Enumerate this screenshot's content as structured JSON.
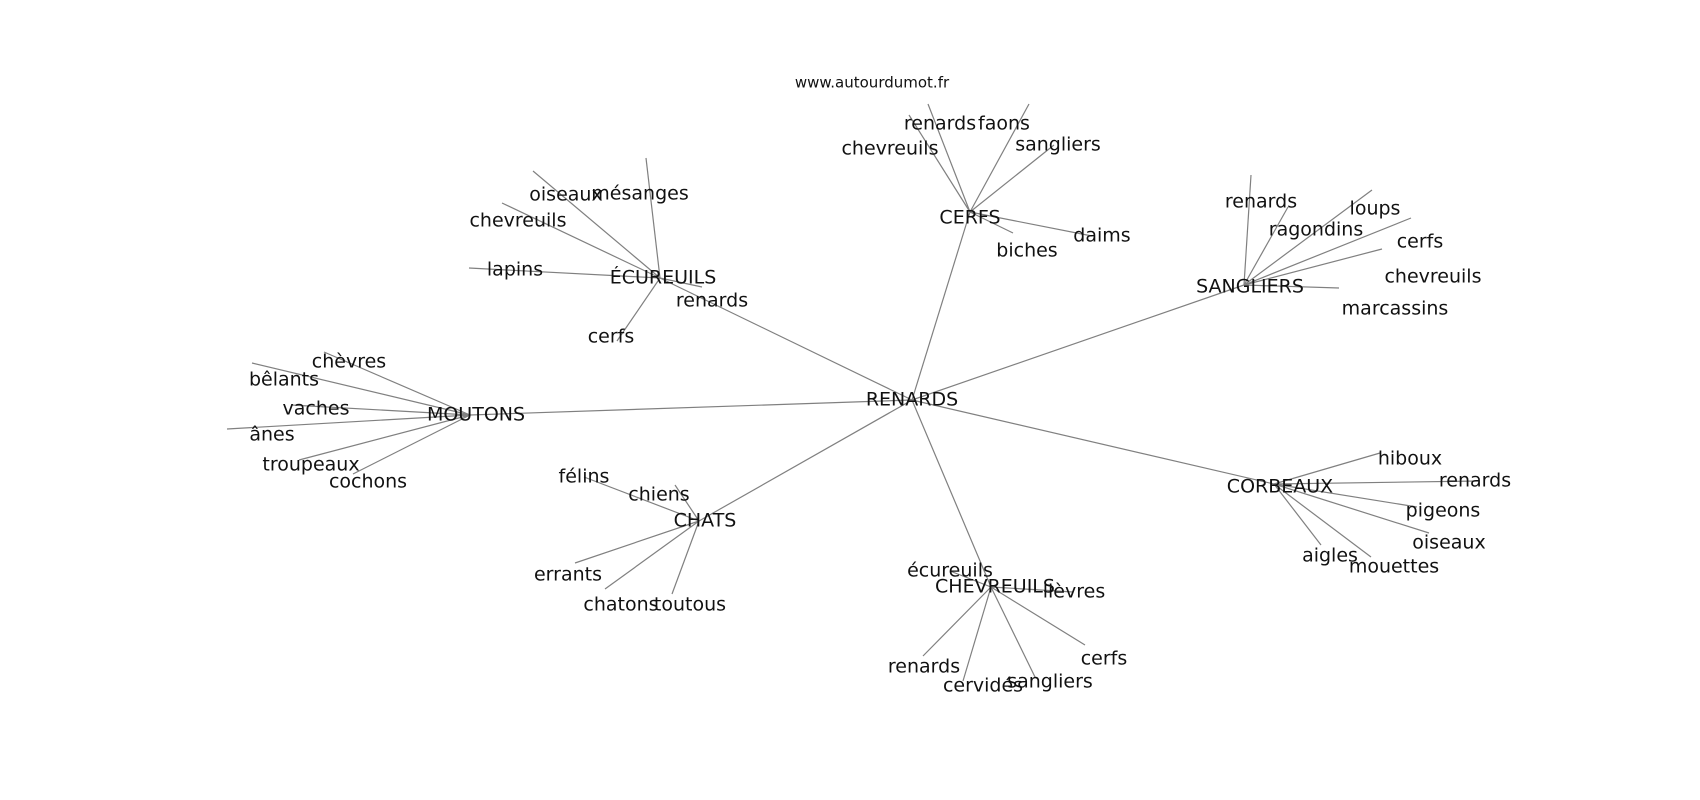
{
  "source": "www.autourdumot.fr",
  "center": "RENARDS",
  "clusters": [
    {
      "label": "CERFS",
      "children": [
        "renards",
        "faons",
        "chevreuils",
        "sangliers",
        "daims",
        "biches"
      ]
    },
    {
      "label": "SANGLIERS",
      "children": [
        "renards",
        "loups",
        "ragondins",
        "cerfs",
        "chevreuils",
        "marcassins"
      ]
    },
    {
      "label": "ÉCUREUILS",
      "children": [
        "oiseaux",
        "mésanges",
        "chevreuils",
        "lapins",
        "renards",
        "cerfs"
      ]
    },
    {
      "label": "MOUTONS",
      "children": [
        "chèvres",
        "bêlants",
        "vaches",
        "ânes",
        "troupeaux",
        "cochons"
      ]
    },
    {
      "label": "CORBEAUX",
      "children": [
        "hiboux",
        "renards",
        "pigeons",
        "oiseaux",
        "mouettes",
        "aigles"
      ]
    },
    {
      "label": "CHATS",
      "children": [
        "félins",
        "chiens",
        "errants",
        "chatons",
        "toutous"
      ]
    },
    {
      "label": "CHEVREUILS",
      "children": [
        "écureuils",
        "lièvres",
        "cerfs",
        "sangliers",
        "cervidés",
        "renards"
      ]
    }
  ]
}
